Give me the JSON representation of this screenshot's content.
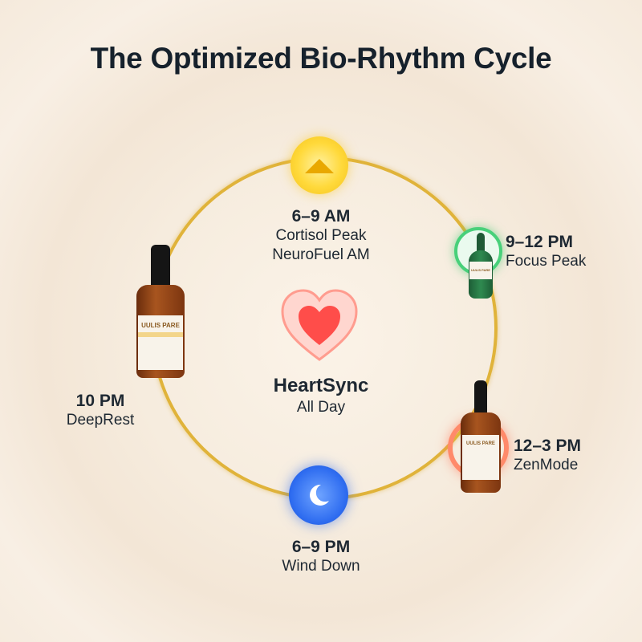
{
  "title": "The Optimized Bio-Rhythm Cycle",
  "stages": [
    {
      "time": "6–9 AM",
      "line1": "Cortisol Peak",
      "line2": "NeuroFuel AM",
      "icon": "sun-icon"
    },
    {
      "time": "9–12 PM",
      "line1": "Focus Peak",
      "icon": "green-bottle-icon"
    },
    {
      "time": "12–3 PM",
      "line1": "ZenMode",
      "icon": "amber-bottle-icon"
    },
    {
      "time": "6–9 PM",
      "line1": "Wind Down",
      "icon": "moon-icon"
    },
    {
      "time": "10 PM",
      "line1": "DeepRest",
      "icon": "amber-bottle-icon"
    }
  ],
  "center": {
    "title": "HeartSync",
    "subtitle": "All Day",
    "icon": "heart-icon"
  },
  "bottle_label": "UULIS PARE",
  "colors": {
    "ring": "#e0b33a",
    "sun": "#ffd93a",
    "moon": "#2e6cf0",
    "heart": "#ff5a55",
    "green": "#48d07a",
    "coral": "#ff8a6a"
  }
}
